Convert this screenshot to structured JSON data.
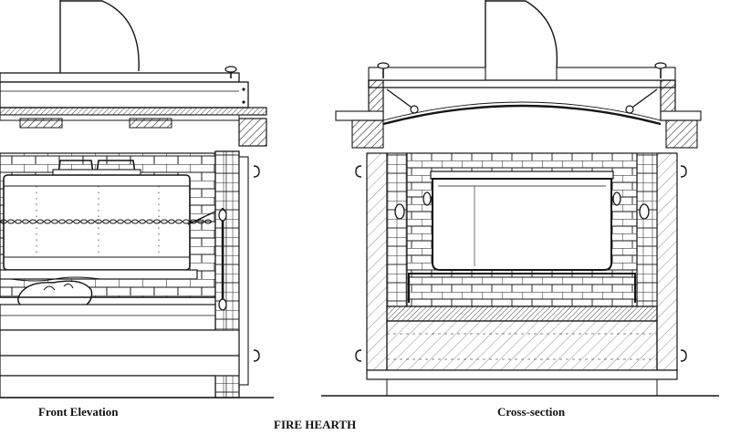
{
  "figure": {
    "title": "FIRE HEARTH",
    "views": [
      {
        "label": "Front Elevation"
      },
      {
        "label": "Cross-section"
      }
    ]
  },
  "colors": {
    "ink": "#151515",
    "paper": "#ffffff"
  }
}
